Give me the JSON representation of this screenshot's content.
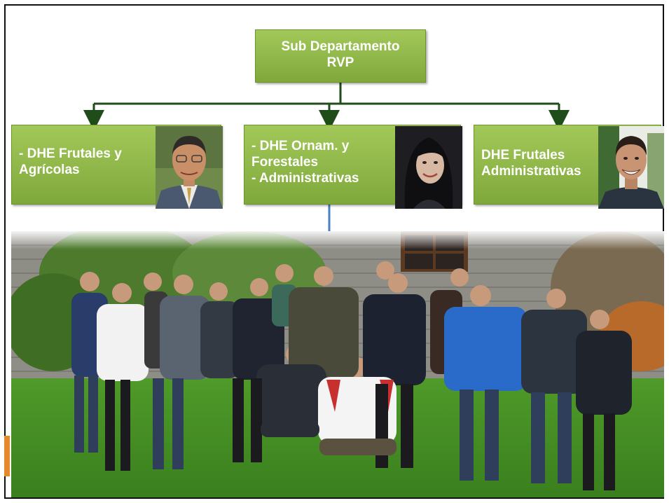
{
  "org_chart": {
    "root": {
      "lines": [
        "Sub Departamento",
        "RVP"
      ]
    },
    "units": [
      {
        "lines": [
          "- DHE Frutales y",
          "Agrícolas"
        ]
      },
      {
        "lines": [
          "- DHE Ornam. y",
          "Forestales",
          "- Administrativas"
        ]
      },
      {
        "lines": [
          "DHE Frutales",
          "Administrativas"
        ]
      }
    ]
  },
  "colors": {
    "node_fill": "#8fb84a",
    "connector": "#1f4d1a",
    "center_drop_line": "#4a7fc2",
    "accent_tab": "#e58a2c"
  },
  "images": {
    "portraits": [
      "man-with-glasses-portrait",
      "woman-portrait",
      "smiling-man-portrait"
    ],
    "group_photo": "team-group-photo-on-lawn"
  }
}
